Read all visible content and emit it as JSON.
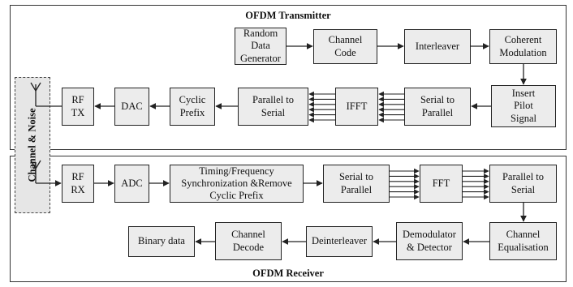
{
  "transmitter": {
    "title": "OFDM Transmitter",
    "blocks": {
      "random_data_generator": "Random\nData\nGenerator",
      "channel_code": "Channel\nCode",
      "interleaver": "Interleaver",
      "coherent_modulation": "Coherent\nModulation",
      "insert_pilot_signal": "Insert\nPilot\nSignal",
      "serial_to_parallel": "Serial to\nParallel",
      "ifft": "IFFT",
      "parallel_to_serial": "Parallel to\nSerial",
      "cyclic_prefix": "Cyclic\nPrefix",
      "dac": "DAC",
      "rf_tx": "RF\nTX"
    }
  },
  "channel": {
    "label": "Channel & Noise"
  },
  "receiver": {
    "title": "OFDM Receiver",
    "blocks": {
      "rf_rx": "RF\nRX",
      "adc": "ADC",
      "timing_sync": "Timing/Frequency\nSynchronization &Remove\nCyclic Prefix",
      "serial_to_parallel": "Serial to\nParallel",
      "fft": "FFT",
      "parallel_to_serial": "Parallel to\nSerial",
      "channel_equalisation": "Channel\nEqualisation",
      "demodulator_detector": "Demodulator\n& Detector",
      "deinterleaver": "Deinterleaver",
      "channel_decode": "Channel\nDecode",
      "binary_data": "Binary data"
    }
  },
  "colors": {
    "block_fill": "#ececec",
    "line": "#222222",
    "channel_fill": "#e6e6e6"
  }
}
